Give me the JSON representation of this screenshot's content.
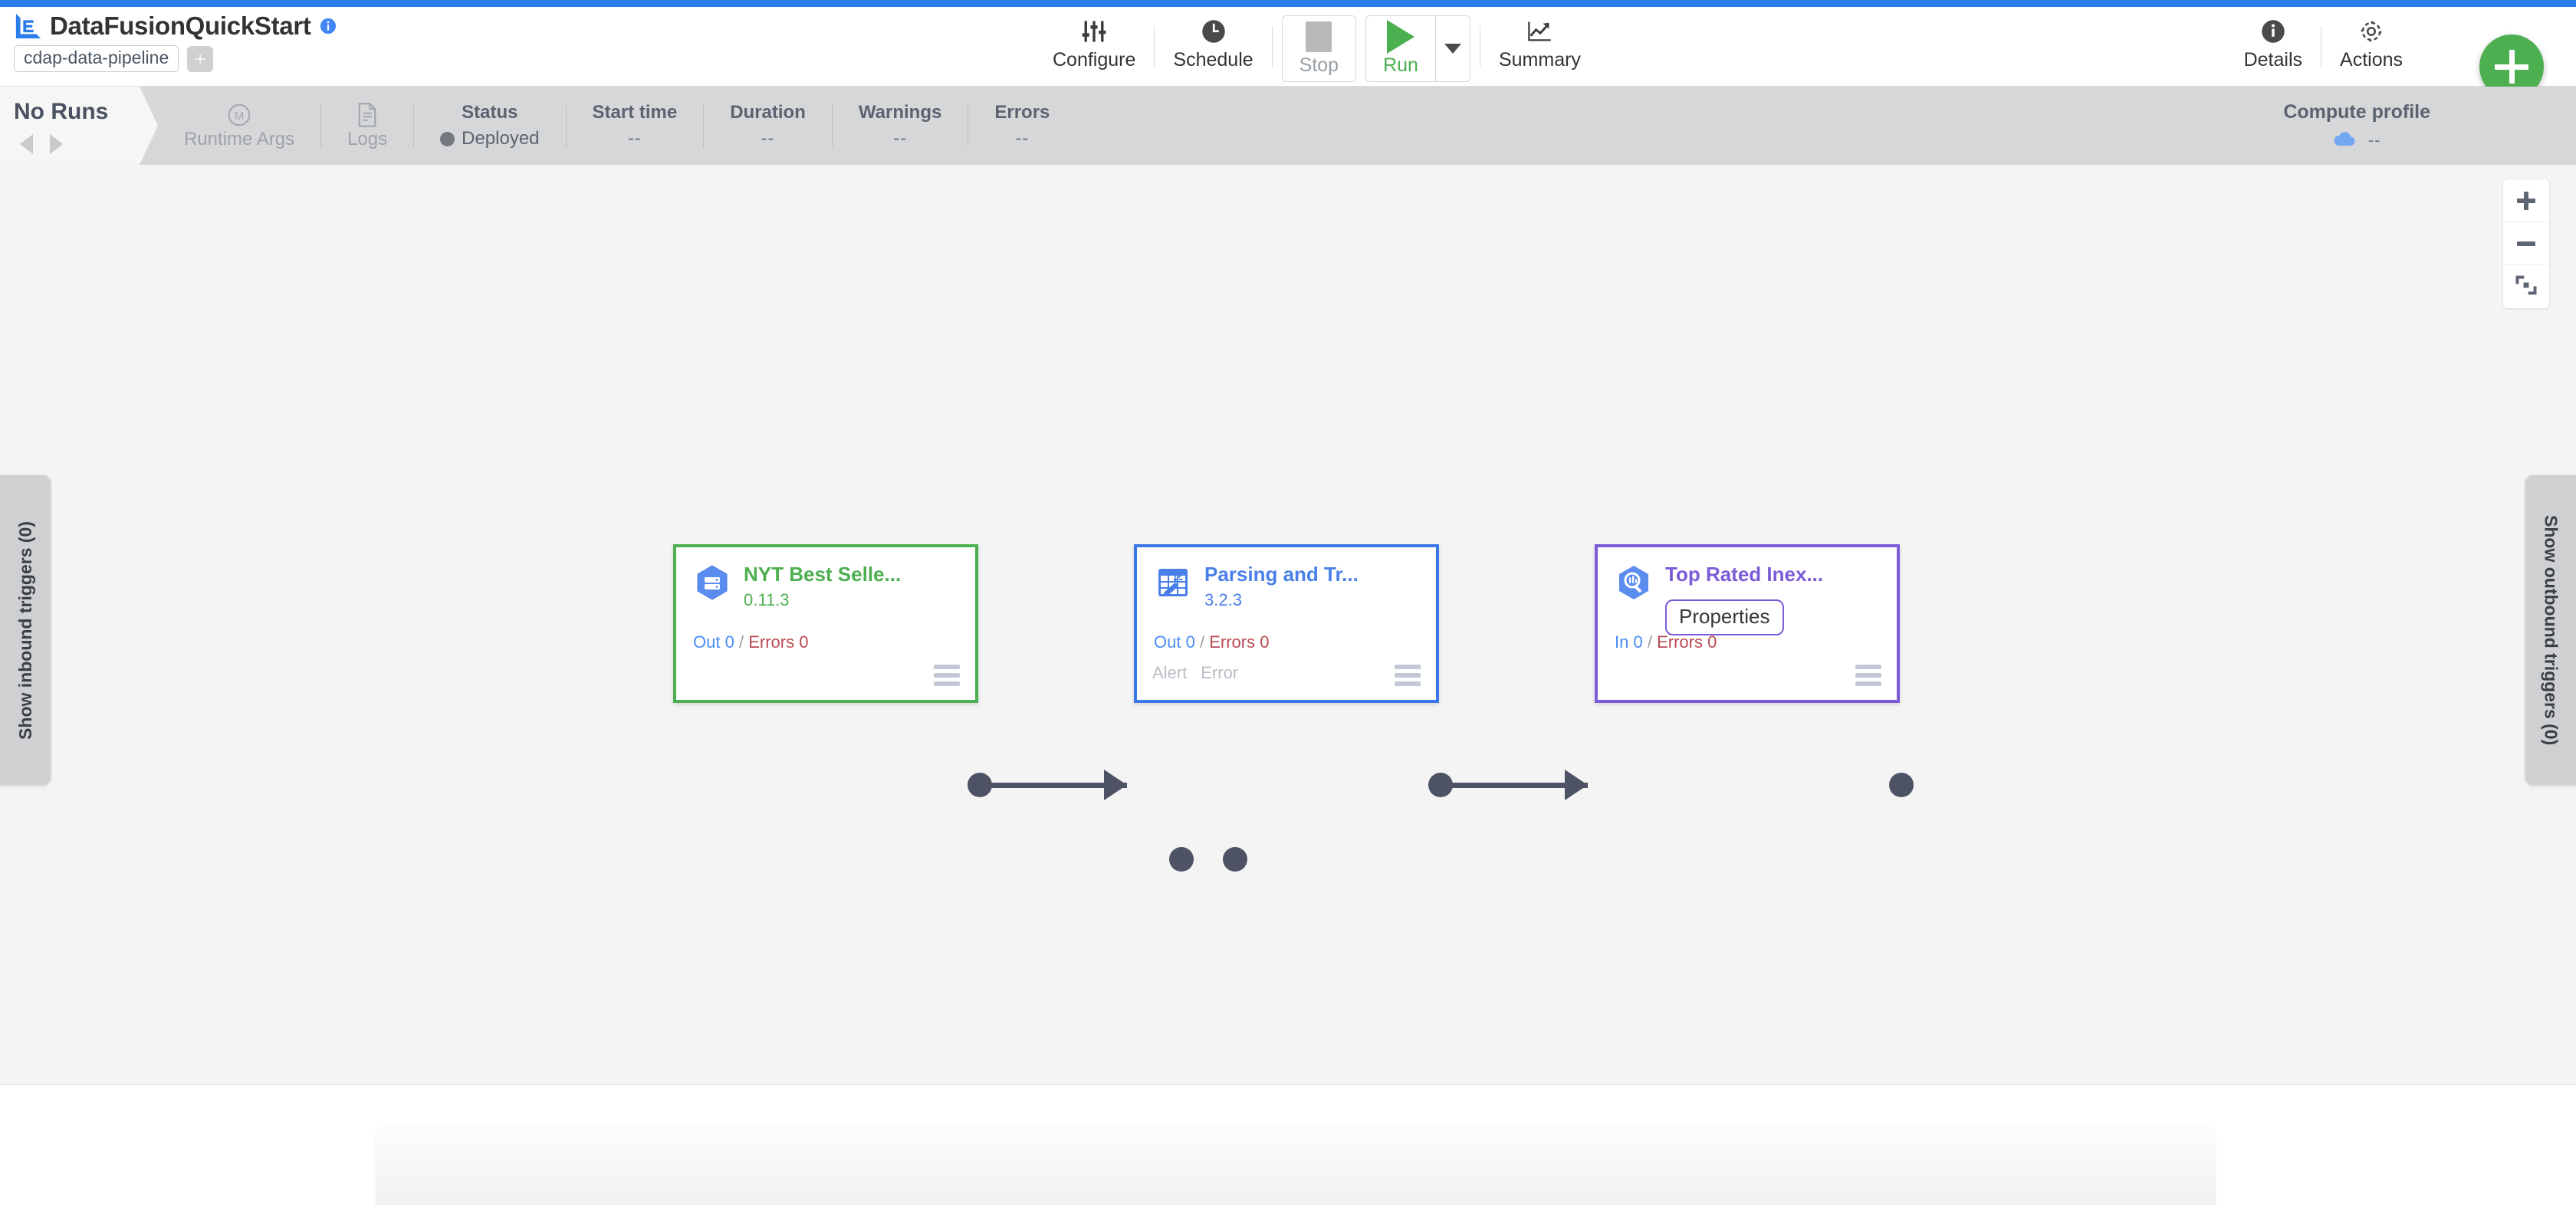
{
  "brand": {
    "logo_icon": "cdap-logo-icon",
    "title": "DataFusionQuickStart",
    "info_icon": "info-circle-icon",
    "artifact_tag": "cdap-data-pipeline",
    "add_tag_label": "+"
  },
  "toolbar": {
    "items": [
      {
        "label": "Configure",
        "icon": "sliders-icon"
      },
      {
        "label": "Schedule",
        "icon": "clock-icon"
      },
      {
        "label": "Stop",
        "icon": "stop-square-icon"
      },
      {
        "label": "Run",
        "icon": "play-triangle-icon"
      },
      {
        "label": "Summary",
        "icon": "line-chart-icon"
      },
      {
        "label": "Details",
        "icon": "info-circle-icon"
      },
      {
        "label": "Actions",
        "icon": "gear-icon"
      }
    ],
    "run_dropdown_icon": "chevron-down-icon",
    "add_fab_icon": "plus-icon"
  },
  "runbar": {
    "no_runs_label": "No Runs",
    "prev_icon": "chevron-left-icon",
    "next_icon": "chevron-right-icon",
    "runtime_args": {
      "label": "Runtime Args",
      "icon": "macro-m-icon"
    },
    "logs": {
      "label": "Logs",
      "icon": "document-icon"
    },
    "stats": [
      {
        "head": "Status",
        "value": "Deployed",
        "dot_color": "#75797f"
      },
      {
        "head": "Start time",
        "value": "--"
      },
      {
        "head": "Duration",
        "value": "--"
      },
      {
        "head": "Warnings",
        "value": "--"
      },
      {
        "head": "Errors",
        "value": "--"
      }
    ],
    "compute_profile": {
      "head": "Compute profile",
      "icon": "cloud-icon",
      "value": "--"
    }
  },
  "canvas": {
    "zoom_controls": [
      {
        "name": "zoom-in",
        "icon": "plus-icon"
      },
      {
        "name": "zoom-out",
        "icon": "minus-icon"
      },
      {
        "name": "fit-to-screen",
        "icon": "fit-screen-icon"
      }
    ],
    "inbound_triggers_label": "Show inbound triggers (0)",
    "outbound_triggers_label": "Show outbound triggers (0)",
    "nodes": [
      {
        "id": "node-source",
        "name": "NYT Best Selle...",
        "version": "0.11.3",
        "icon": "bigquery-hexagon-icon",
        "accent": "#4caf50",
        "metrics": {
          "left_label": "Out 0",
          "sep": "/",
          "right_label": "Errors 0"
        },
        "ports": [],
        "menu_icon": "hamburger-menu-icon"
      },
      {
        "id": "node-wrangler",
        "name": "Parsing and Tr...",
        "version": "3.2.3",
        "icon": "wrangler-magicwand-icon",
        "accent": "#3b78e7",
        "metrics": {
          "left_label": "Out 0",
          "sep": "/",
          "right_label": "Errors 0"
        },
        "ports": [
          "Alert",
          "Error"
        ],
        "menu_icon": "hamburger-menu-icon"
      },
      {
        "id": "node-sink",
        "name": "Top Rated Inex...",
        "version": "",
        "icon": "bigquery-search-hexagon-icon",
        "accent": "#7b5cd6",
        "badge": "Properties",
        "metrics": {
          "left_label": "In 0",
          "sep": "/",
          "right_label": "Errors 0"
        },
        "ports": [],
        "menu_icon": "hamburger-menu-icon"
      }
    ]
  },
  "colors": {
    "accent_blue": "#2b7de9",
    "green": "#4caf50",
    "node_blue": "#3b78e7",
    "node_purple": "#7b5cd6",
    "connector": "#4d5265",
    "canvas_bg": "#f4f4f5",
    "runbar_bg": "#d6d7d9"
  }
}
